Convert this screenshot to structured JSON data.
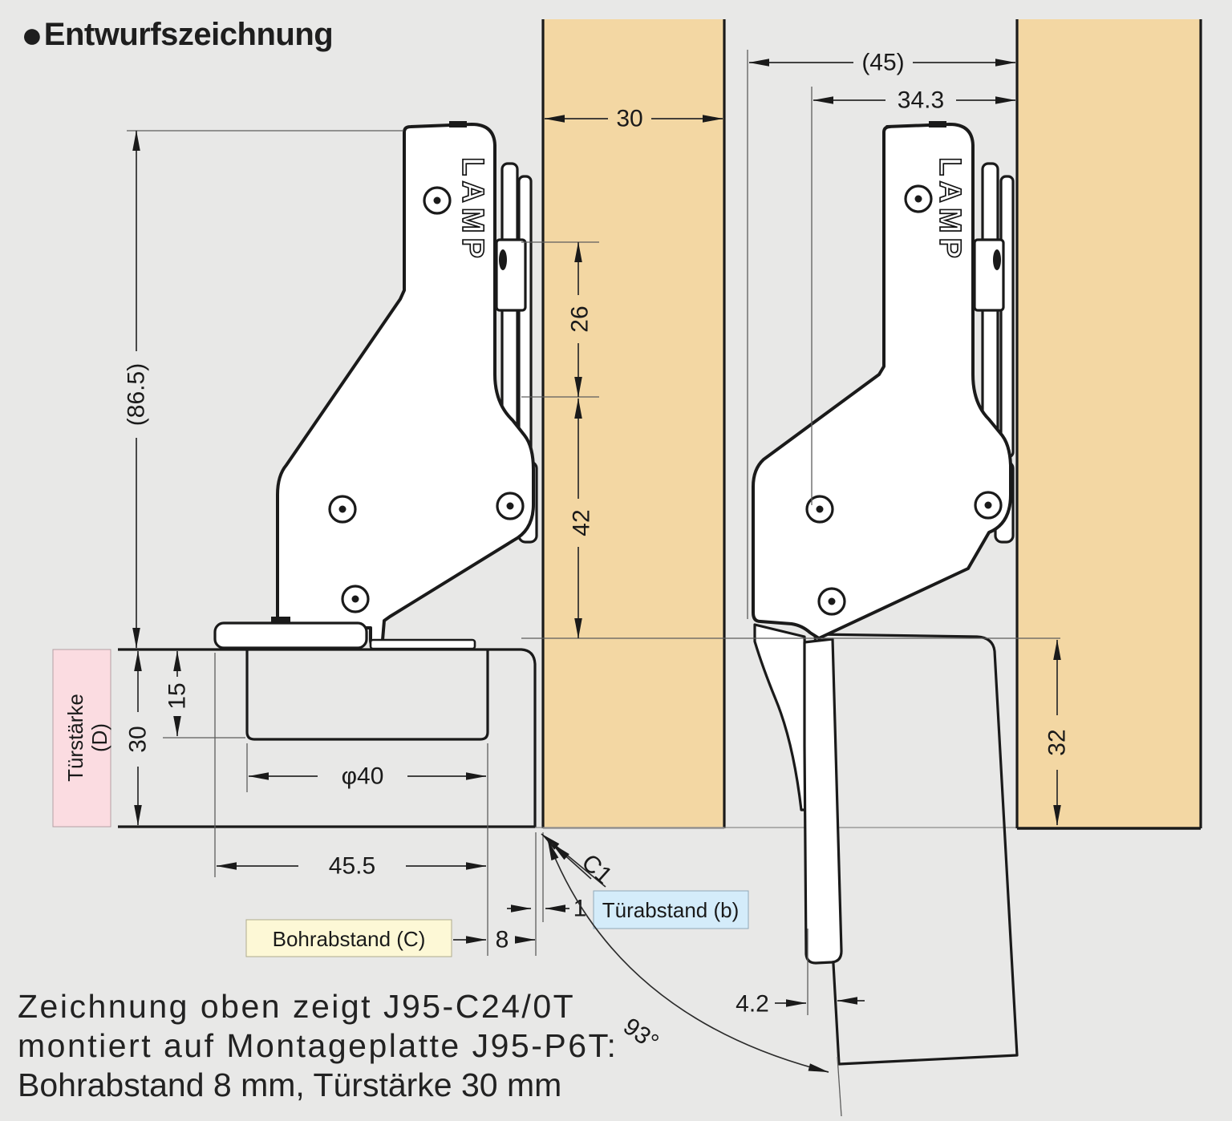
{
  "colors": {
    "background": "#e8e8e7",
    "wood": "#f3d7a3",
    "line": "#1a1a1a",
    "label_pink": "#fbdce1",
    "label_yellow": "#fdf8d6",
    "label_blue": "#d4ecfa"
  },
  "title": {
    "bullet": "●",
    "text": "Entwurfszeichnung"
  },
  "brand_logo": "LAMP",
  "left_view": {
    "dim_height_overall": "(86.5)",
    "dim_panel_width": "30",
    "dim_plate_hole_top": "26",
    "dim_plate_hole_bottom": "42",
    "dim_cup_depth": "15",
    "dim_door_thickness": "30",
    "dim_cup_diameter": "φ40",
    "dim_cup_center_span": "45.5",
    "dim_drill_distance": "8",
    "dim_door_gap": "1",
    "chamfer_note": "C1",
    "label_door_thickness_line1": "Türstärke",
    "label_door_thickness_line2": "(D)",
    "label_drill_distance": "Bohrabstand (C)",
    "label_door_gap": "Türabstand (b)"
  },
  "right_view": {
    "dim_overall_depth": "(45)",
    "dim_arm_depth": "34.3",
    "dim_plate_height": "32",
    "dim_door_clearance": "4.2",
    "dim_opening_angle": "93°"
  },
  "footnote": {
    "line1": "Zeichnung oben zeigt J95-C24/0T",
    "line2": "montiert auf Montageplatte J95-P6T:",
    "line3": "Bohrabstand 8 mm, Türstärke 30 mm"
  }
}
